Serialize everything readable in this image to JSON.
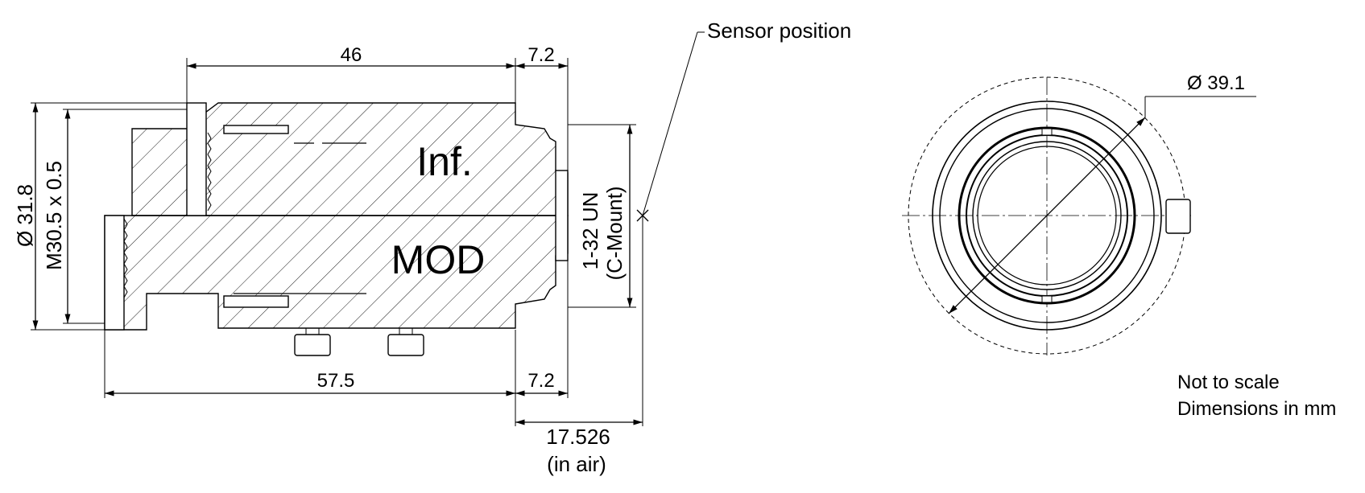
{
  "drawing": {
    "labels": {
      "sensor_position": "Sensor position",
      "length_top": "46",
      "flange_top": "7.2",
      "length_bottom": "57.5",
      "flange_bottom": "7.2",
      "back_focus": "17.526",
      "back_focus_note": "(in air)",
      "diameter_front": "Ø 31.8",
      "filter_thread": "M30.5 x 0.5",
      "mount_thread": "1-32 UN",
      "mount_type": "(C-Mount)",
      "focus_inf": "Inf.",
      "focus_mod": "MOD",
      "diameter_outer": "Ø 39.1"
    },
    "notes": {
      "scale": "Not to scale",
      "units": "Dimensions in mm"
    }
  }
}
